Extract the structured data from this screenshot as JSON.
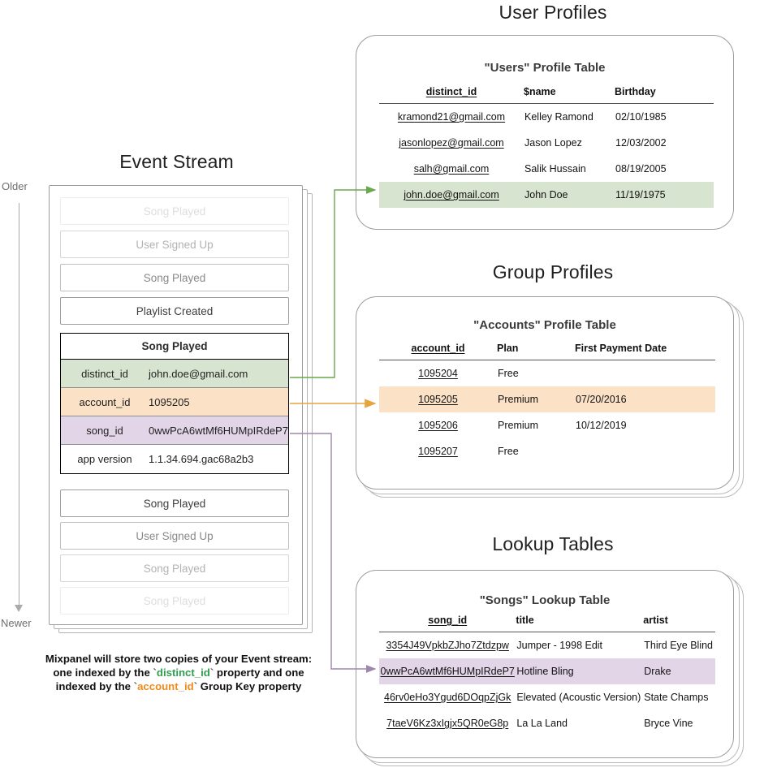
{
  "sections": {
    "event_stream_title": "Event Stream",
    "user_profiles_title": "User Profiles",
    "group_profiles_title": "Group Profiles",
    "lookup_tables_title": "Lookup Tables"
  },
  "axis": {
    "older_label": "Older",
    "newer_label": "Newer"
  },
  "event_stream": {
    "events_above": [
      {
        "label": "Song Played",
        "fade": "f1"
      },
      {
        "label": "User Signed Up",
        "fade": "f2"
      },
      {
        "label": "Song Played",
        "fade": "f3"
      },
      {
        "label": "Playlist Created",
        "fade": "f4"
      }
    ],
    "expanded_event": {
      "name": "Song Played",
      "properties": [
        {
          "key": "distinct_id",
          "value": "john.doe@gmail.com",
          "tone": "green"
        },
        {
          "key": "account_id",
          "value": "1095205",
          "tone": "orange"
        },
        {
          "key": "song_id",
          "value": "0wwPcA6wtMf6HUMpIRdeP7",
          "tone": "purple"
        },
        {
          "key": "app version",
          "value": "1.1.34.694.gac68a2b3",
          "tone": "plain"
        }
      ]
    },
    "events_below": [
      {
        "label": "Song Played",
        "fade": "f4"
      },
      {
        "label": "User Signed Up",
        "fade": "f3"
      },
      {
        "label": "Song Played",
        "fade": "f2"
      },
      {
        "label": "Song Played",
        "fade": "f1"
      }
    ],
    "caption": {
      "line1": "Mixpanel will store two copies of your Event stream:",
      "line2_a": "one indexed by the ",
      "line2_token": "distinct_id",
      "line2_b": " property and one",
      "line3_a": "indexed by the ",
      "line3_token": "account_id",
      "line3_b": " Group Key property"
    }
  },
  "users_table": {
    "title": "\"Users\" Profile Table",
    "columns": [
      "distinct_id",
      "$name",
      "Birthday"
    ],
    "rows": [
      {
        "cells": [
          "kramond21@gmail.com",
          "Kelley Ramond",
          "02/10/1985"
        ],
        "highlight": ""
      },
      {
        "cells": [
          "jasonlopez@gmail.com",
          "Jason Lopez",
          "12/03/2002"
        ],
        "highlight": ""
      },
      {
        "cells": [
          "salh@gmail.com",
          "Salik Hussain",
          "08/19/2005"
        ],
        "highlight": ""
      },
      {
        "cells": [
          "john.doe@gmail.com",
          "John Doe",
          "11/19/1975"
        ],
        "highlight": "hl-green"
      }
    ]
  },
  "accounts_table": {
    "title": "\"Accounts\" Profile Table",
    "columns": [
      "account_id",
      "Plan",
      "First Payment Date"
    ],
    "rows": [
      {
        "cells": [
          "1095204",
          "Free",
          ""
        ],
        "highlight": ""
      },
      {
        "cells": [
          "1095205",
          "Premium",
          "07/20/2016"
        ],
        "highlight": "hl-orange"
      },
      {
        "cells": [
          "1095206",
          "Premium",
          "10/12/2019"
        ],
        "highlight": ""
      },
      {
        "cells": [
          "1095207",
          "Free",
          ""
        ],
        "highlight": ""
      }
    ]
  },
  "songs_table": {
    "title": "\"Songs\" Lookup Table",
    "columns": [
      "song_id",
      "title",
      "artist"
    ],
    "rows": [
      {
        "cells": [
          "3354J49VpkbZJho7Ztdzpw",
          "Jumper - 1998 Edit",
          "Third Eye Blind"
        ],
        "highlight": ""
      },
      {
        "cells": [
          "0wwPcA6wtMf6HUMpIRdeP7",
          "Hotline Bling",
          "Drake"
        ],
        "highlight": "hl-purple"
      },
      {
        "cells": [
          "46rv0eHo3Ygud6DOqpZjGk",
          "Elevated (Acoustic Version)",
          "State Champs"
        ],
        "highlight": ""
      },
      {
        "cells": [
          "7taeV6Kz3xIgjx5QR0eG8p",
          "La La Land",
          "Bryce Vine"
        ],
        "highlight": ""
      }
    ]
  },
  "colors": {
    "green": "#d7e5d0",
    "orange": "#fbe1c6",
    "purple": "#e2d5e7",
    "green_arrow": "#6aa84f",
    "orange_arrow": "#e8a33d",
    "purple_arrow": "#9f86ab",
    "card_border": "#9c9c9c"
  }
}
